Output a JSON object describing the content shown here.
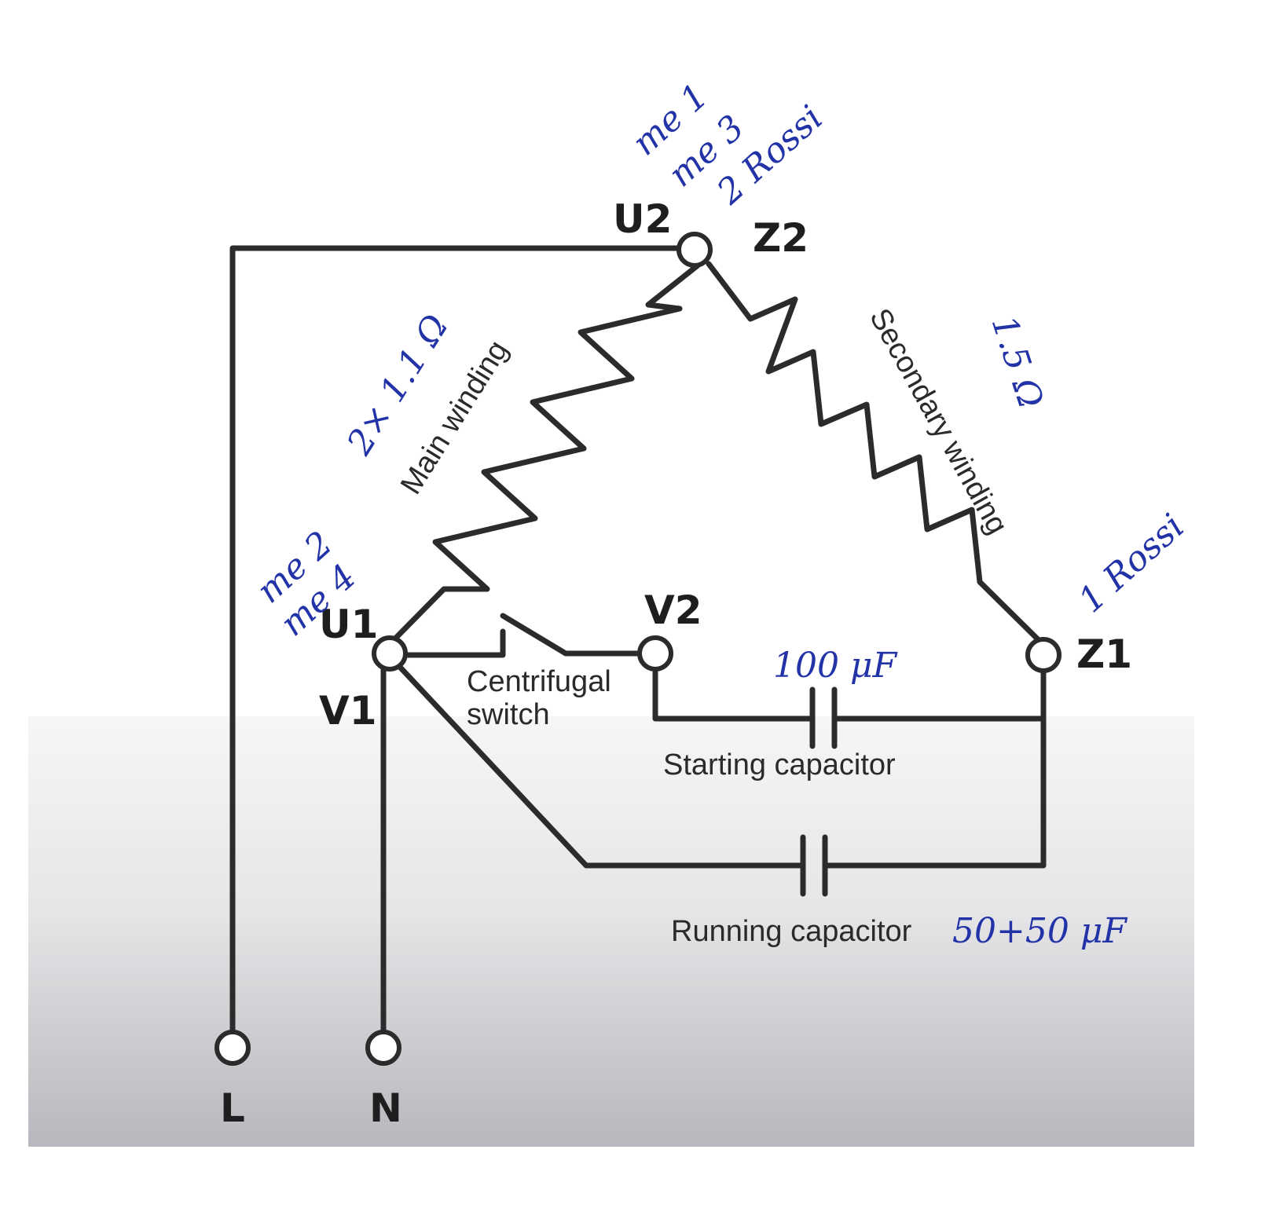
{
  "terminals": {
    "u2": "U2",
    "z2": "Z2",
    "u1": "U1",
    "v1": "V1",
    "v2": "V2",
    "z1": "Z1",
    "l": "L",
    "n": "N"
  },
  "labels": {
    "main_winding": "Main winding",
    "secondary_winding": "Secondary winding",
    "centrifugal_switch_line1": "Centrifugal",
    "centrifugal_switch_line2": "switch",
    "starting_capacitor": "Starting capacitor",
    "running_capacitor": "Running capacitor"
  },
  "annotations": {
    "u2_line1": "me 1",
    "u2_line2": "me 3",
    "u2_line3": "2 Rossi",
    "u1_line1": "me 2",
    "u1_line2": "me 4",
    "main_winding_resistance": "2× 1.1 Ω",
    "secondary_winding_resistance": "1.5 Ω",
    "z1_note": "1 Rossi",
    "starting_capacitor_value": "100 μF",
    "running_capacitor_value": "50+50 μF"
  },
  "colors": {
    "ink": "#2b2b2b",
    "handwriting": "#2233a8",
    "panel_top": "#f4f4f4",
    "panel_bottom": "#b9b9bf"
  }
}
